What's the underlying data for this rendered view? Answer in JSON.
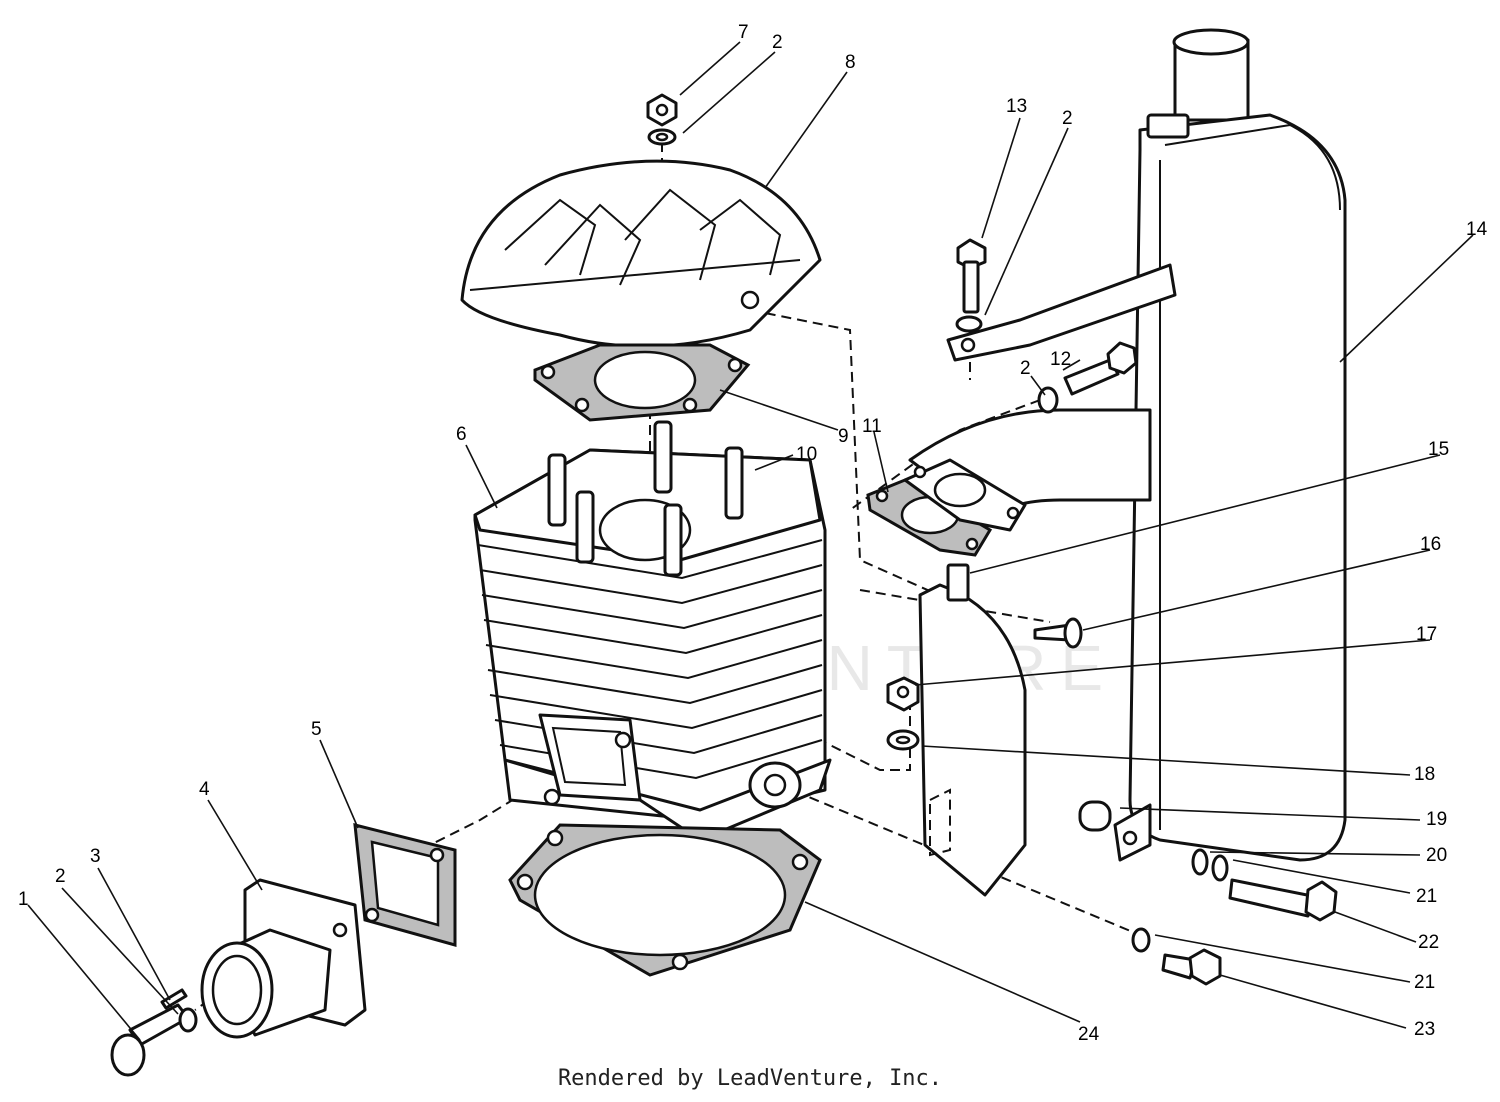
{
  "diagram": {
    "callouts": [
      "1",
      "2",
      "3",
      "4",
      "5",
      "6",
      "7",
      "8",
      "9",
      "10",
      "11",
      "12",
      "13",
      "14",
      "15",
      "16",
      "17",
      "18",
      "19",
      "20",
      "21",
      "22",
      "23",
      "24"
    ],
    "watermark": "LEADVENTURE"
  },
  "footer": {
    "credit": "Rendered by LeadVenture, Inc."
  }
}
